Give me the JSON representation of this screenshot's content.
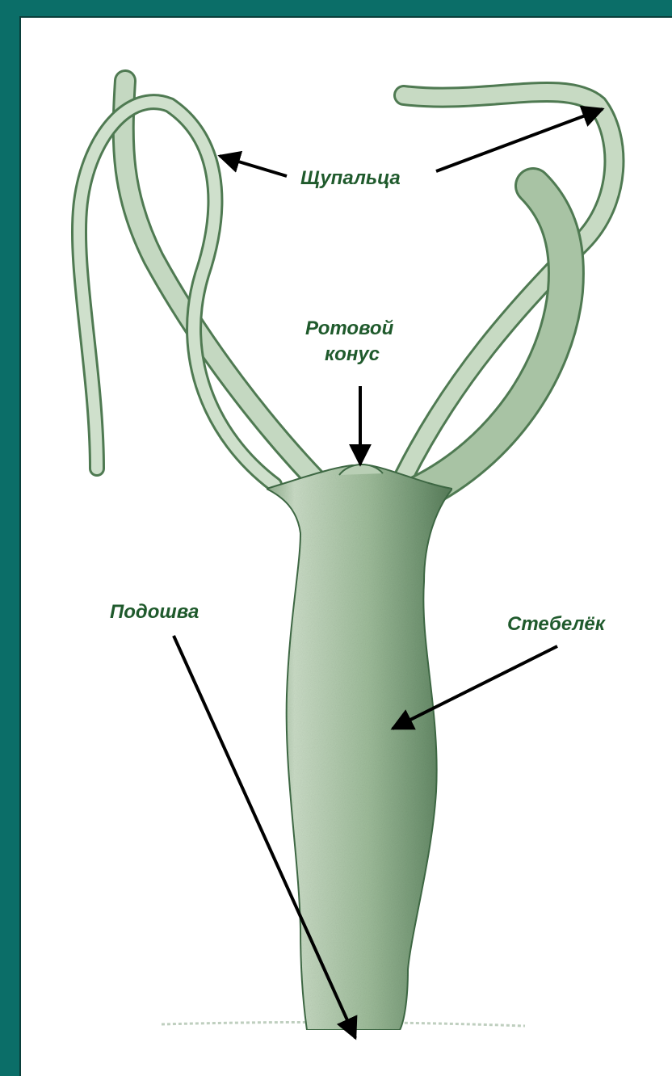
{
  "labels": {
    "tentacles": "Щупальца",
    "mouth_cone_line1": "Ротовой",
    "mouth_cone_line2": "конус",
    "stalk": "Стебелёк",
    "sole": "Подошва"
  },
  "colors": {
    "frame": "#0b6e68",
    "label": "#1f5a2c",
    "body": "#a9c3a4",
    "body_shade": "#6f9370",
    "outline": "#3f6a45"
  }
}
